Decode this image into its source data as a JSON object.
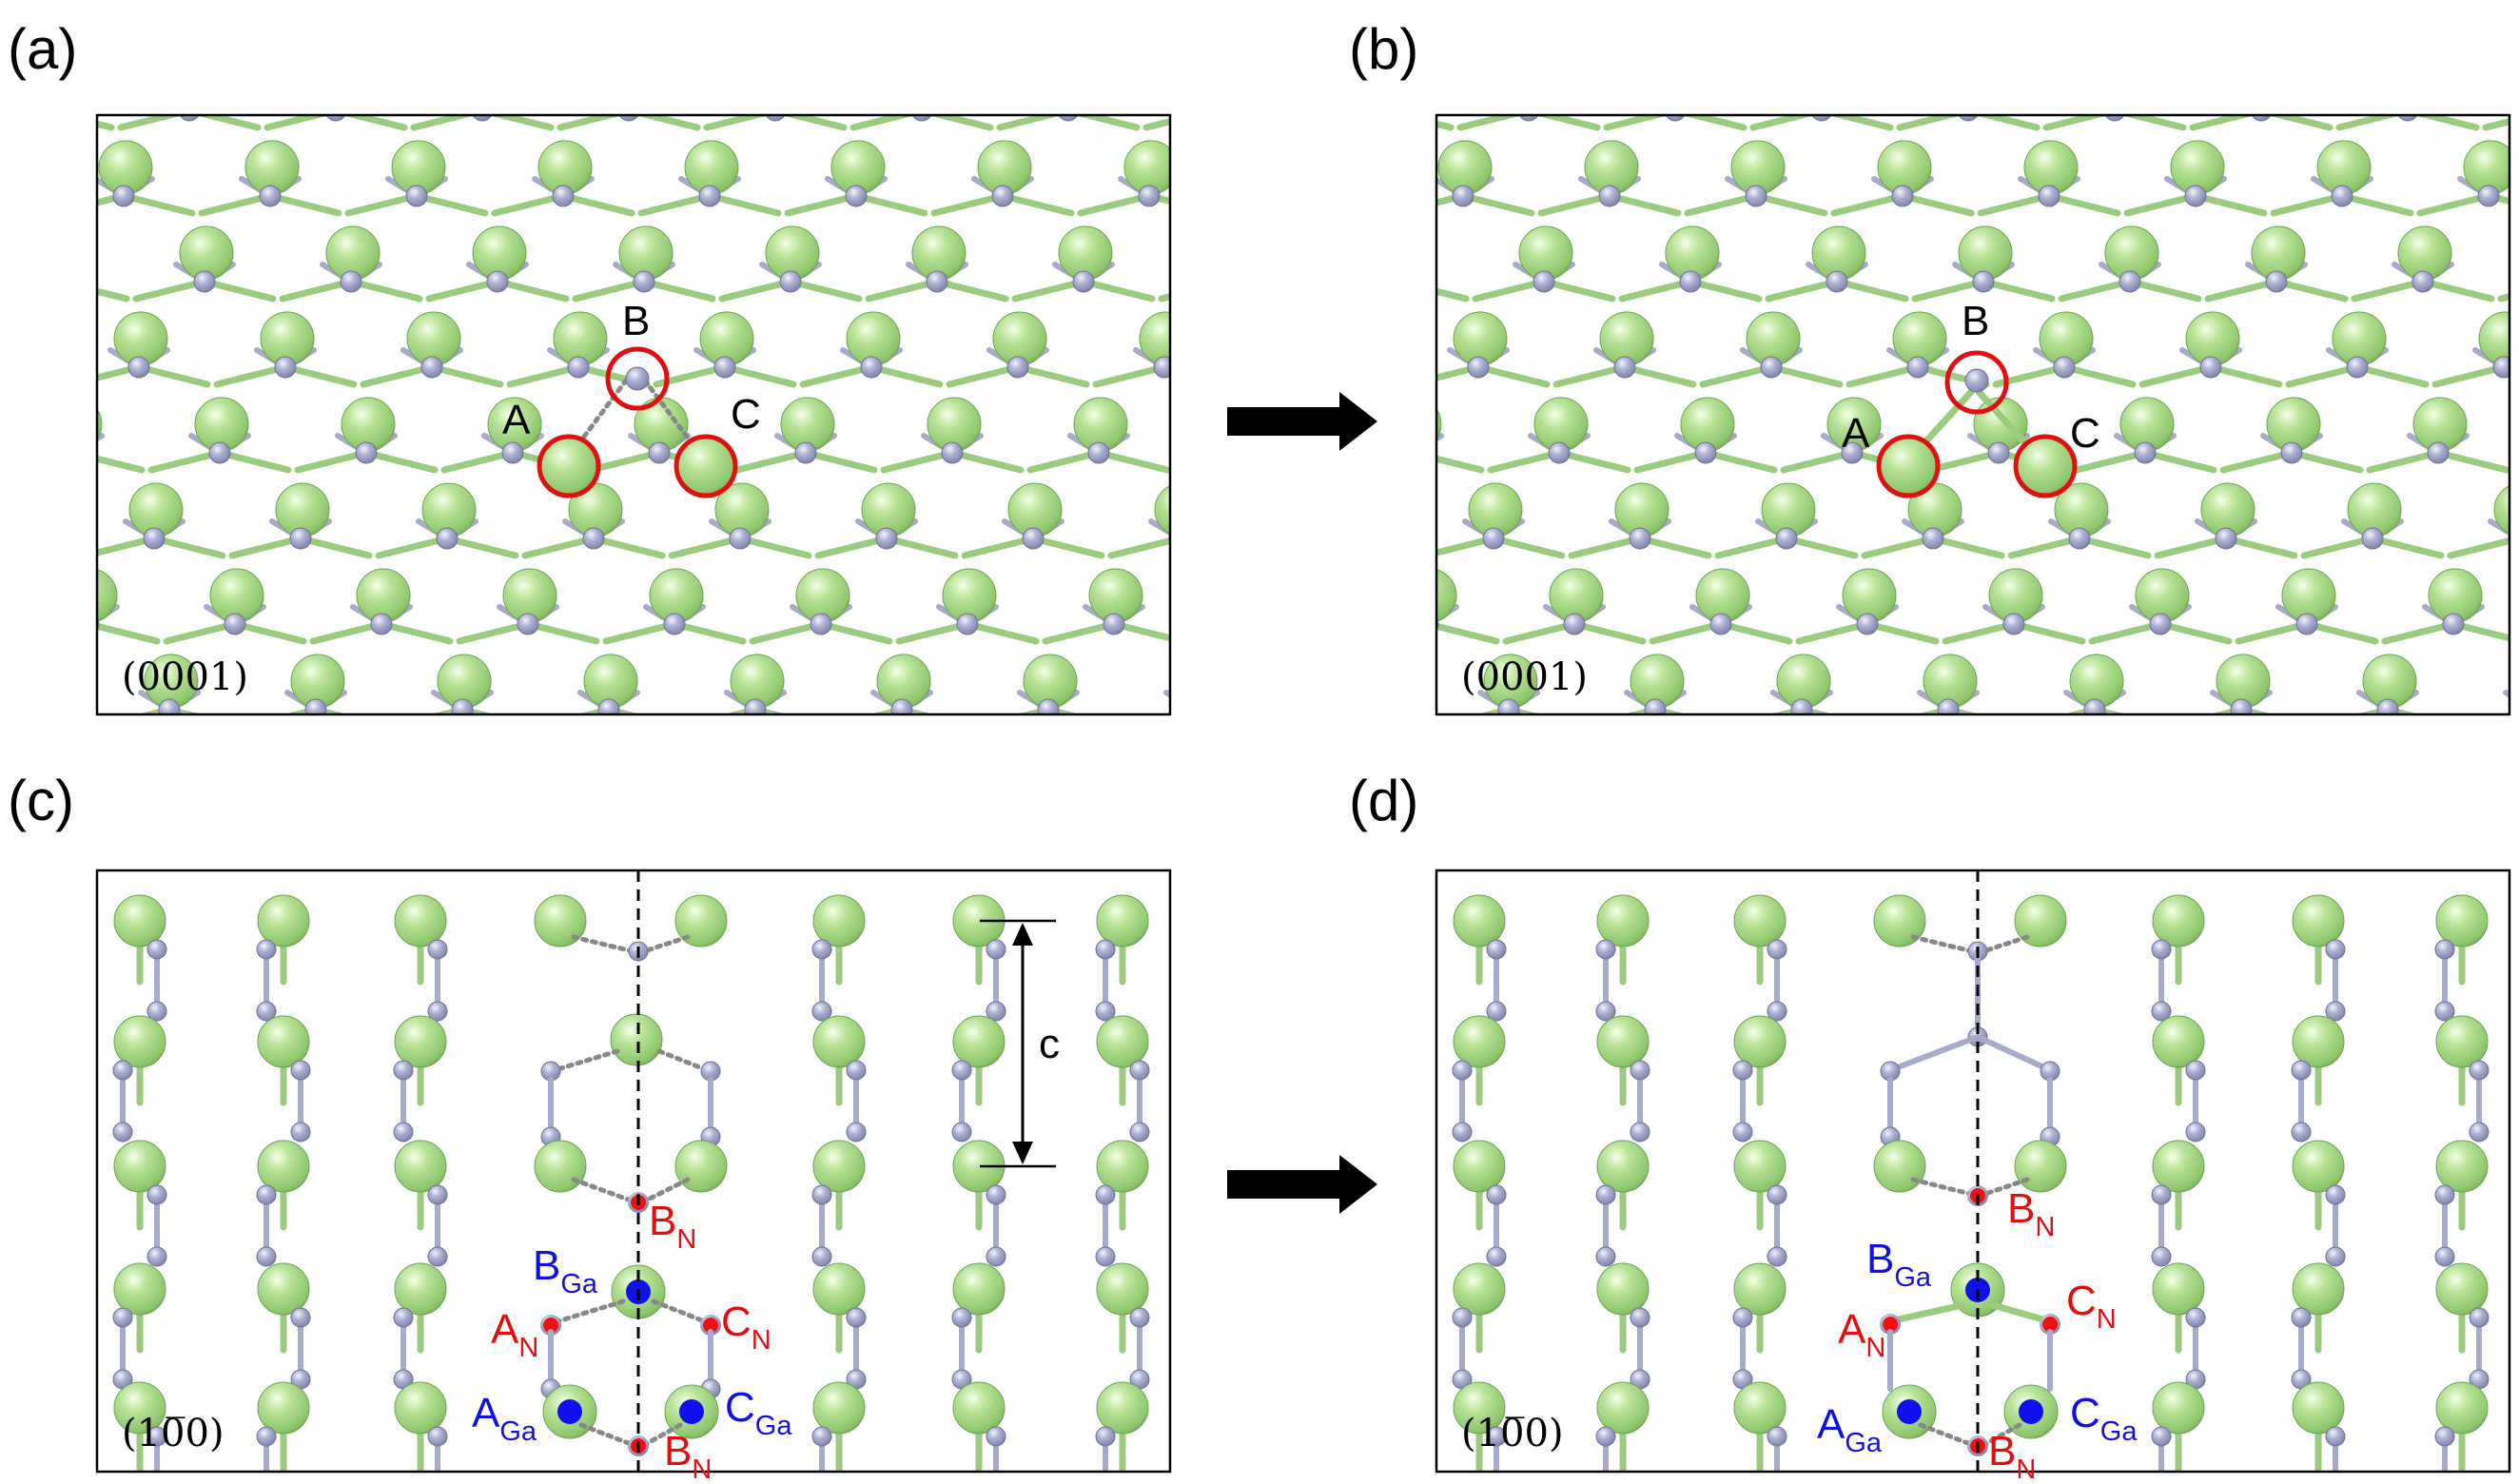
{
  "panels": [
    {
      "id": "a",
      "label": "(a)",
      "view": "top",
      "facet": "(0001)",
      "state": "initial"
    },
    {
      "id": "b",
      "label": "(b)",
      "view": "top",
      "facet": "(0001)",
      "state": "final"
    },
    {
      "id": "c",
      "label": "(c)",
      "view": "side",
      "facet": "(10̅0)",
      "state": "initial"
    },
    {
      "id": "d",
      "label": "(d)",
      "view": "side",
      "facet": "(10̅0)",
      "state": "final"
    }
  ],
  "top_site_labels": {
    "a": "A",
    "b": "B",
    "c": "C"
  },
  "side_labels": {
    "b_n": {
      "main": "B",
      "sub": "N"
    },
    "a_n": {
      "main": "A",
      "sub": "N"
    },
    "c_n": {
      "main": "C",
      "sub": "N"
    },
    "b_ga": {
      "main": "B",
      "sub": "Ga"
    },
    "a_ga": {
      "main": "A",
      "sub": "Ga"
    },
    "c_ga": {
      "main": "C",
      "sub": "Ga"
    }
  },
  "lattice_c_label": "c",
  "colors": {
    "ga_atom": "#9bd27a",
    "n_atom": "#a3a6c6",
    "ga_bond": "#9ccb7f",
    "n_bond": "#a7abc8",
    "highlight_ring": "#e01010",
    "n_marker": "#ee1111",
    "ga_marker": "#1010ee",
    "label_red": "#e01010",
    "label_blue": "#1010e0"
  }
}
